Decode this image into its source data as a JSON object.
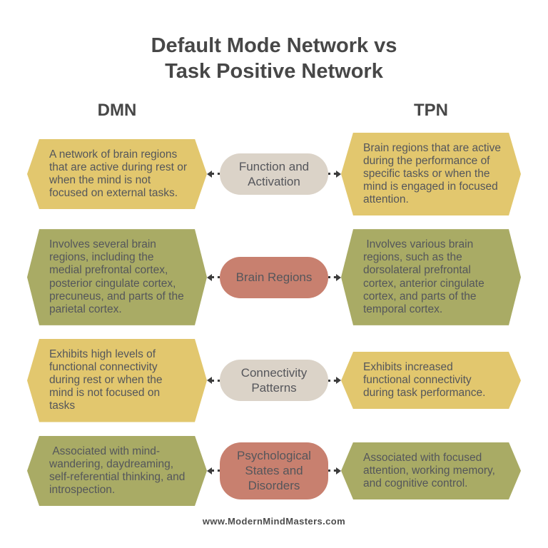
{
  "title": {
    "line1": "Default Mode Network vs",
    "line2": "Task Positive Network"
  },
  "columns": {
    "left": "DMN",
    "right": "TPN"
  },
  "rows": [
    {
      "category": "Function and Activation",
      "dmn": "A network of brain regions that are active during rest or when the mind is not focused on external tasks.",
      "tpn": "Brain regions that are active during the performance of specific tasks or when the mind is engaged in focused attention.",
      "box_variant": "yellow",
      "pill_variant": "neutral"
    },
    {
      "category": "Brain Regions",
      "dmn": "Involves several brain regions, including the medial prefrontal cortex, posterior cingulate cortex, precuneus, and parts of the parietal cortex.",
      "tpn": " Involves various brain regions, such as the dorsolateral prefrontal cortex, anterior cingulate cortex, and parts of the temporal cortex.",
      "box_variant": "green",
      "pill_variant": "accent"
    },
    {
      "category": "Connectivity Patterns",
      "dmn": "Exhibits high levels of functional connectivity during rest or when the mind is not focused on tasks",
      "tpn": "Exhibits increased functional connectivity during task performance.",
      "box_variant": "yellow",
      "pill_variant": "neutral"
    },
    {
      "category": "Psychological States and Disorders",
      "dmn": " Associated with mind-wandering, daydreaming, self-referential thinking, and introspection.",
      "tpn": "Associated with focused attention, working memory, and cognitive control.",
      "box_variant": "green",
      "pill_variant": "accent"
    }
  ],
  "footer": {
    "website": "www.ModernMindMasters.com"
  },
  "colors": {
    "background": "#ffffff",
    "yellow_box": "#e2c76e",
    "green_box": "#a9ab65",
    "neutral_pill": "#dbd3c8",
    "accent_pill": "#c8806f",
    "body_text": "#54565b",
    "heading_text": "#474747",
    "connector": "#3c3c3c"
  }
}
